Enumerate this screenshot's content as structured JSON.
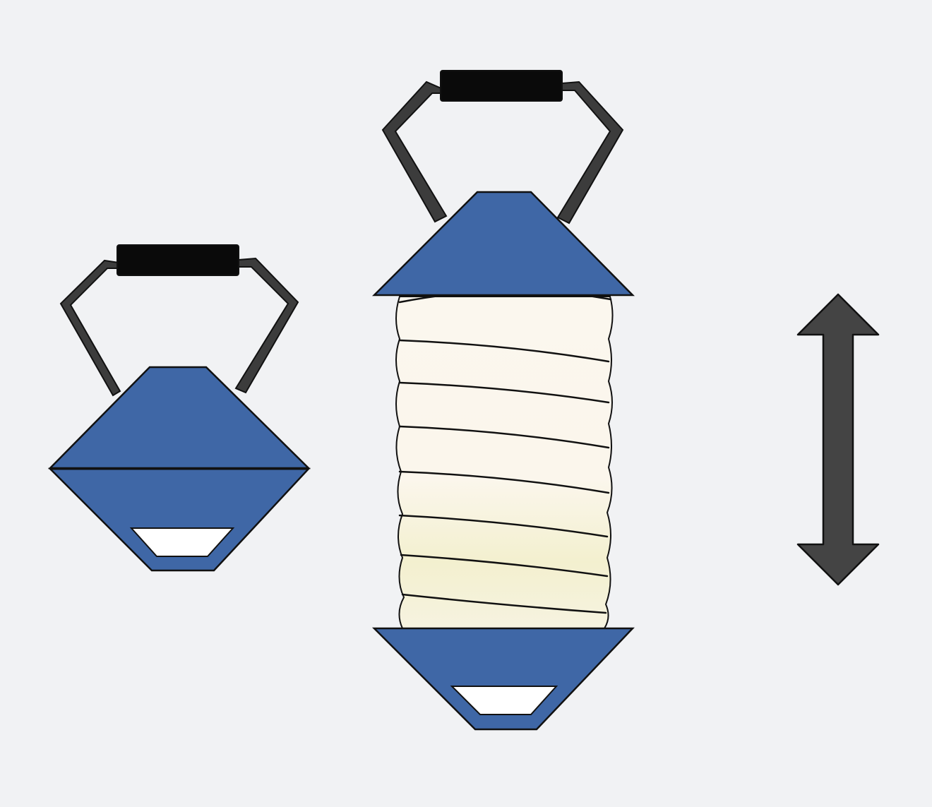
{
  "colors": {
    "background": "#f1f2f4",
    "shade_blue": "#3f67a6",
    "handle_frame": "#3c3c3c",
    "grip": "#0a0a0a",
    "outline": "#111111",
    "paper_light": "#fbf6ec",
    "paper_warm": "#f4efce",
    "arrow": "#444444",
    "cutout": "#ffffff"
  },
  "items": [
    {
      "name": "collapsed-lantern",
      "state": "collapsed"
    },
    {
      "name": "expanded-lantern",
      "state": "expanded"
    },
    {
      "name": "double-headed-arrow",
      "icon": "vertical-double-arrow-icon"
    }
  ]
}
